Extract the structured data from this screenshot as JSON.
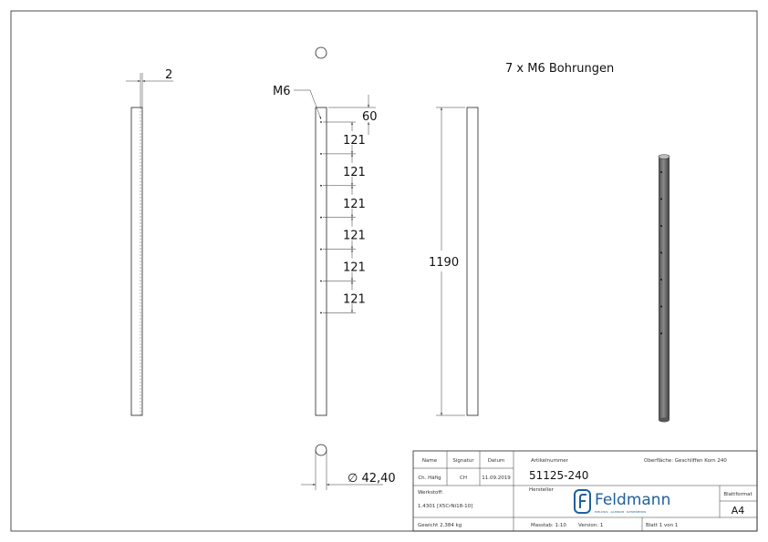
{
  "drawing": {
    "note": "7 x M6 Bohrungen",
    "thread_label": "M6",
    "dim_wall": "2",
    "dim_first": "60",
    "dim_spacing": [
      "121",
      "121",
      "121",
      "121",
      "121",
      "121"
    ],
    "dim_length": "1190",
    "dim_diameter": "∅ 42,40",
    "hole_count": 7
  },
  "title_block": {
    "name_header": "Name",
    "signature_header": "Signatur",
    "date_header": "Datum",
    "name": "Ch. Häfig",
    "signature": "CH",
    "date": "11.09.2019",
    "article_label": "Artikelnummer",
    "article_number": "51125-240",
    "surface": "Oberfläche:  Geschliffen Korn 240",
    "material_label": "Werkstoff:",
    "material": "1.4301 [X5CrNi18-10]",
    "manufacturer_label": "Hersteller",
    "logo_text": "Feldmann",
    "logo_tagline": "EDELSTAHL · ALUMINIUM · SCHMIEDEEISEN",
    "sheet_format_label": "Blattformat",
    "sheet_format": "A4",
    "weight": "Gewicht 2,384 kg",
    "scale": "Masstab: 1:10",
    "version": "Version: 1",
    "sheet": "Blatt 1 von 1"
  },
  "colors": {
    "logo": "#1f5f9e",
    "rod": "#666666"
  }
}
